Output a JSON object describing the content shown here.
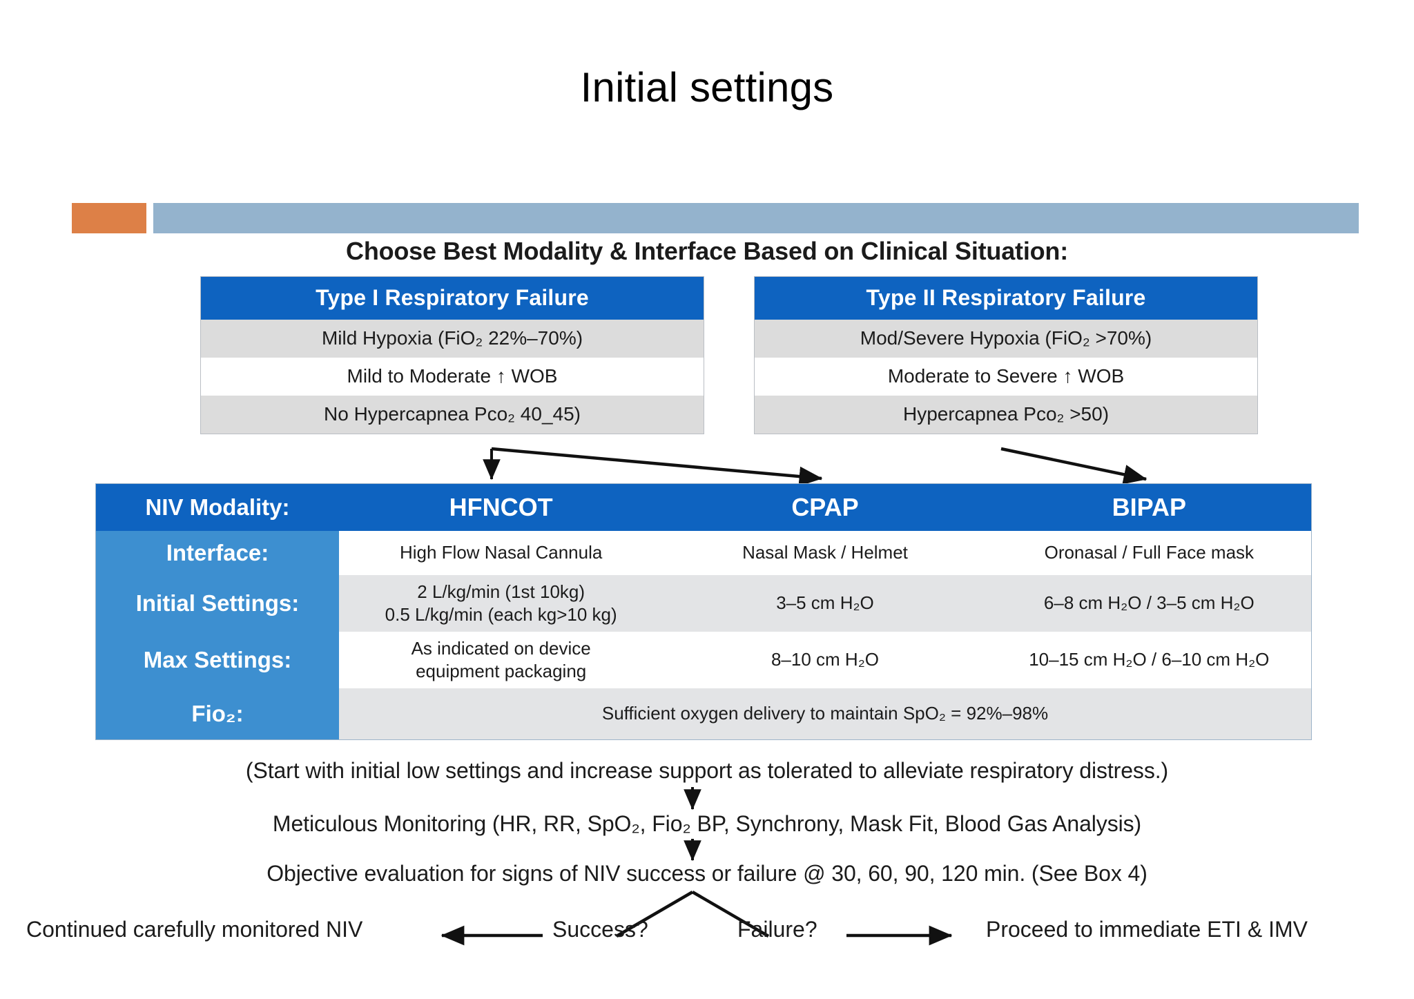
{
  "slide": {
    "title": "Initial settings"
  },
  "accent_bar": {
    "orange_color": "#DD8047",
    "blue_color": "#94B3CD"
  },
  "figure": {
    "subheading": "Choose Best Modality & Interface Based on Clinical Situation:",
    "type_boxes": [
      {
        "header": "Type I Respiratory Failure",
        "rows": [
          "Mild Hypoxia (FiO₂ 22%–70%)",
          "Mild to Moderate ↑ WOB",
          "No Hypercapnea Pco₂ 40_45)"
        ]
      },
      {
        "header": "Type II Respiratory Failure",
        "rows": [
          "Mod/Severe Hypoxia (FiO₂ >70%)",
          "Moderate to Severe ↑ WOB",
          "Hypercapnea Pco₂ >50)"
        ]
      }
    ],
    "niv_table": {
      "header_label": "NIV Modality:",
      "modalities": [
        "HFNCOT",
        "CPAP",
        "BIPAP"
      ],
      "rows": [
        {
          "label": "Interface:",
          "cells": [
            "High Flow Nasal Cannula",
            "Nasal Mask / Helmet",
            "Oronasal / Full Face mask"
          ]
        },
        {
          "label": "Initial Settings:",
          "cells": [
            "2 L/kg/min (1st 10kg)\n0.5 L/kg/min (each kg>10 kg)",
            "3–5 cm H₂O",
            "6–8 cm H₂O / 3–5 cm H₂O"
          ]
        },
        {
          "label": "Max Settings:",
          "cells": [
            "As indicated on device\nequipment packaging",
            "8–10 cm H₂O",
            "10–15 cm H₂O / 6–10 cm H₂O"
          ]
        }
      ],
      "fio2_label": "Fio₂:",
      "fio2_value": "Sufficient oxygen delivery to maintain SpO₂ = 92%–98%"
    },
    "flow": {
      "line1": "(Start with initial low settings and increase support as tolerated to alleviate respiratory distress.)",
      "line2": "Meticulous Monitoring (HR, RR, SpO₂, Fio₂ BP, Synchrony, Mask Fit, Blood Gas Analysis)",
      "line3": "Objective evaluation for signs of NIV success or failure @ 30, 60, 90, 120 min. (See Box 4)",
      "outcome_success_label": "Success?",
      "outcome_failure_label": "Failure?",
      "outcome_success_result": "Continued carefully monitored NIV",
      "outcome_failure_result": "Proceed to immediate ETI & IMV"
    },
    "colors": {
      "header_blue": "#0E63C0",
      "label_blue": "#3D8FD0",
      "row_shade": "#e3e4e6",
      "type_row_shade": "#dcdcdc"
    }
  }
}
